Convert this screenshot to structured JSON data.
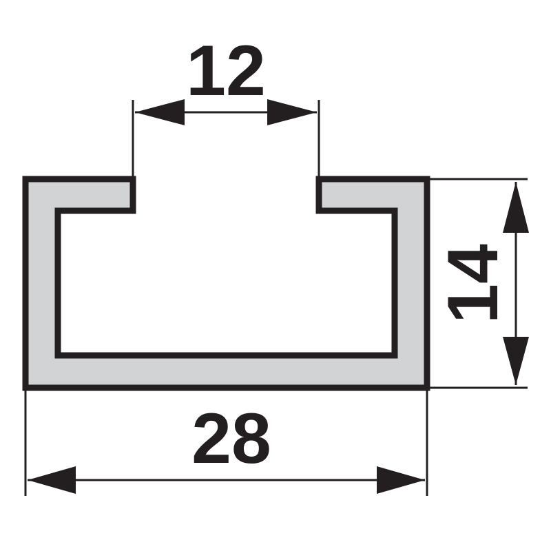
{
  "diagram": {
    "type": "technical-drawing",
    "subject": "C-channel profile cross-section",
    "colors": {
      "outline": "#231f20",
      "fill": "#d1d3d4",
      "background": "#ffffff"
    },
    "dimensions": {
      "opening_width": {
        "label": "12"
      },
      "height": {
        "label": "14"
      },
      "total_width": {
        "label": "28"
      }
    }
  }
}
